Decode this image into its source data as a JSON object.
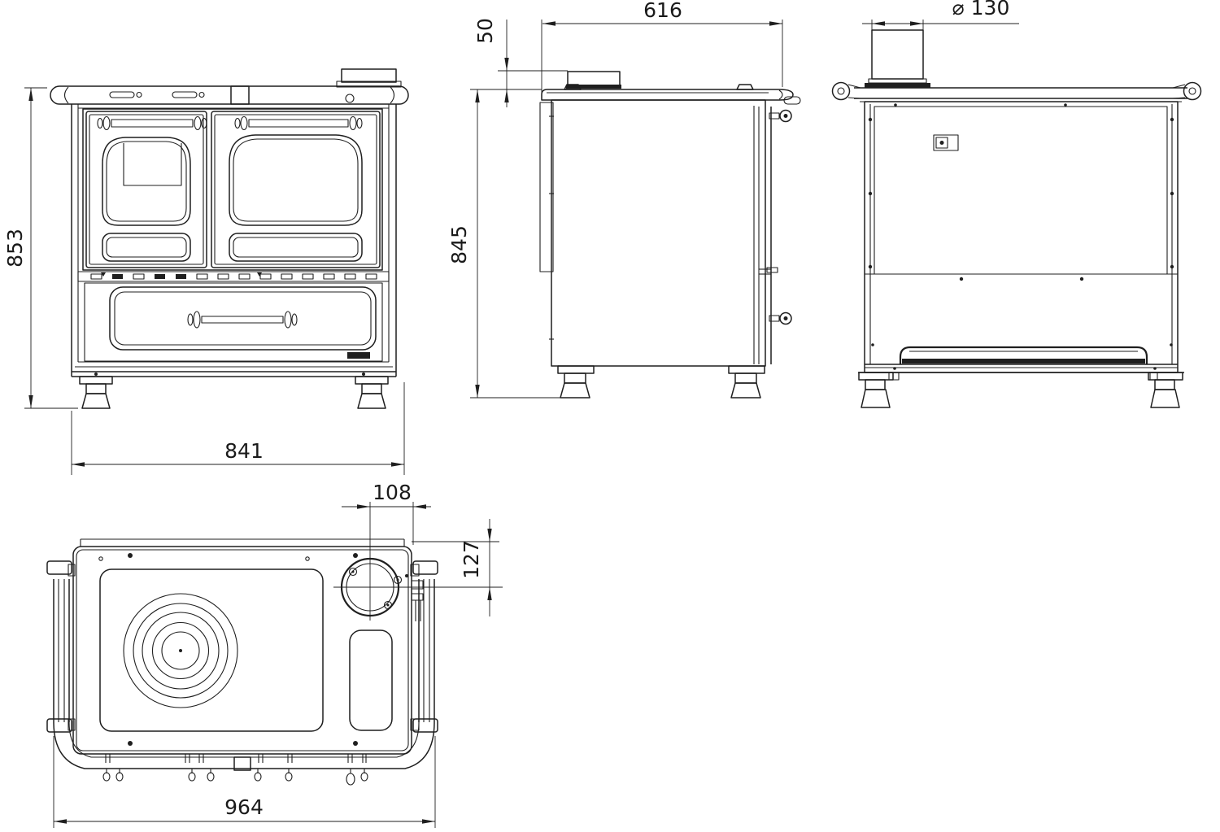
{
  "document_type": "technical-dimension-drawing",
  "subject": "wood-burning cooker stove, four orthographic views",
  "colors": {
    "background": "#ffffff",
    "line": "#1f1f1f",
    "text": "#1a1a1a"
  },
  "dimensions": {
    "front": {
      "height": "853",
      "width": "841"
    },
    "side": {
      "depth": "616",
      "flue_height": "50",
      "height": "845"
    },
    "back": {
      "flue_diameter": "⌀ 130"
    },
    "top": {
      "flue_from_right": "108",
      "flue_from_back": "127",
      "width": "964"
    }
  }
}
